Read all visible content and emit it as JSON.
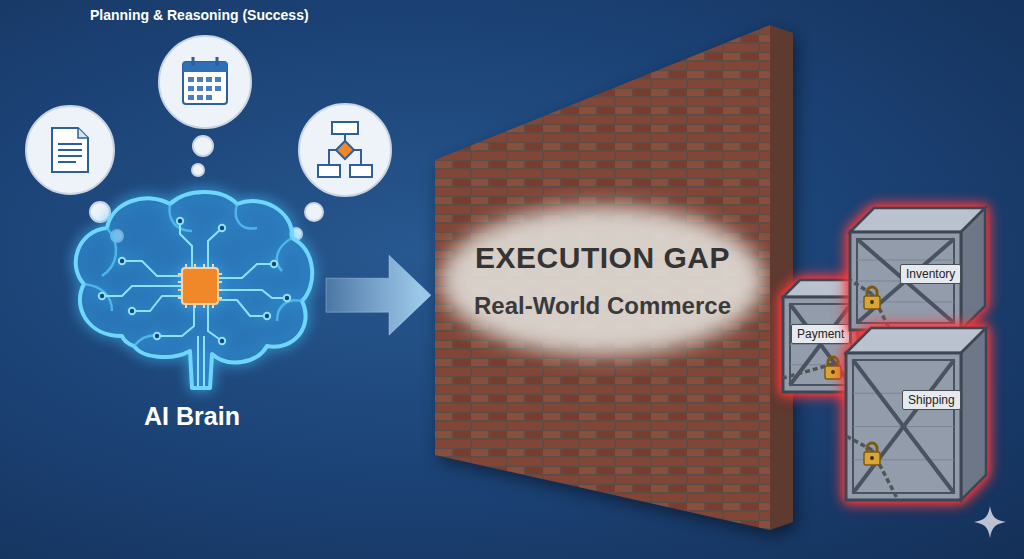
{
  "diagram": {
    "nodes": [
      {
        "text": [
          "AI Brain"
        ]
      },
      {
        "text": [
          "EXECUTION GAP",
          "Real-World Commerce"
        ]
      },
      {
        "text": [
          "Payment"
        ]
      },
      {
        "text": [
          "Inventory"
        ]
      },
      {
        "text": [
          "Shipping"
        ]
      }
    ],
    "edges": [
      {
        "from": 0,
        "to": 1,
        "arrow": "to"
      }
    ],
    "labels": [
      "Planning & Reasoning (Success)"
    ]
  }
}
